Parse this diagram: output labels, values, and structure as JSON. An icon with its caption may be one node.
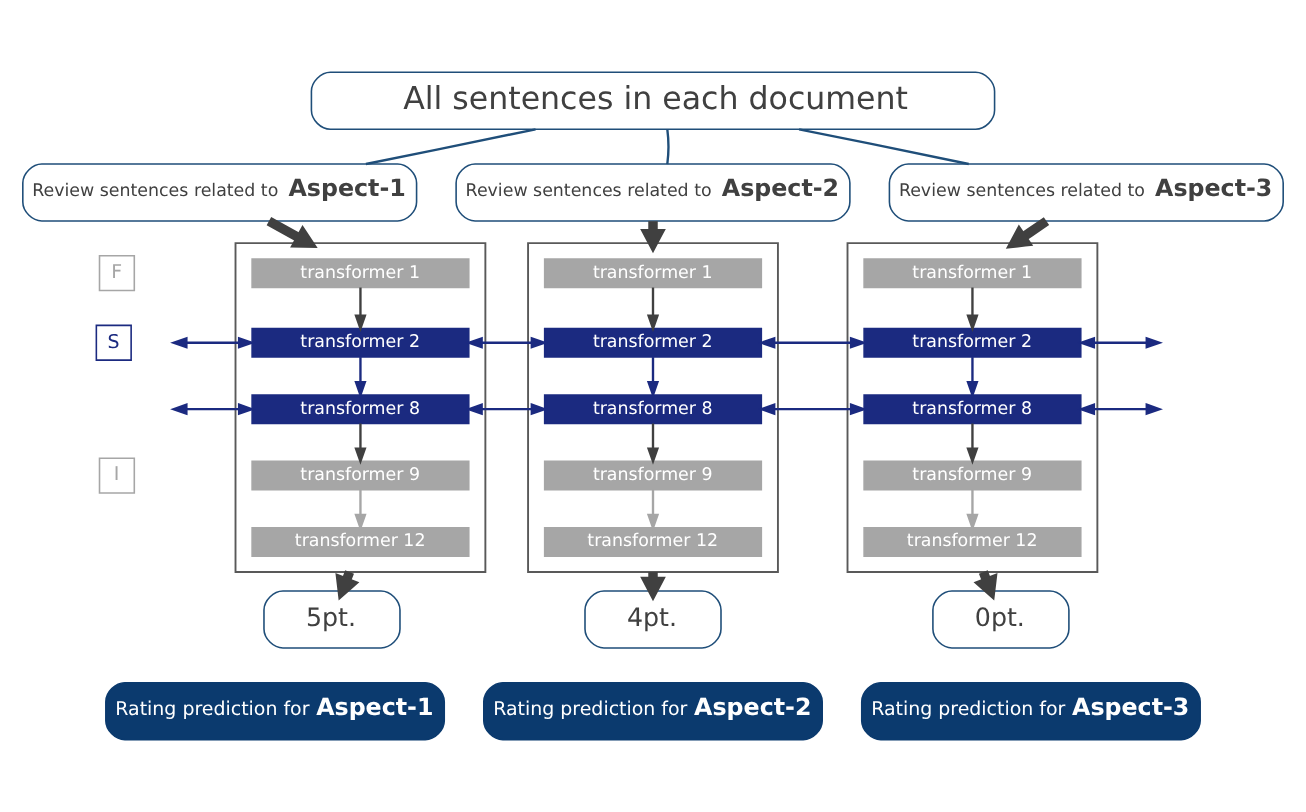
{
  "diagram": {
    "nodes": [
      {
        "text": [
          "All sentences in each document"
        ]
      },
      {
        "text": [
          "Review sentences related to **Aspect-1**"
        ]
      },
      {
        "text": [],
        "shape": "box"
      },
      {
        "text": [
          "transformer 1"
        ],
        "in": 2
      },
      {
        "text": [
          "transformer 2"
        ],
        "in": 2
      },
      {
        "text": [
          "transformer 8"
        ],
        "in": 2
      },
      {
        "text": [
          "transformer 9"
        ],
        "in": 2
      },
      {
        "text": [
          "transformer 12"
        ],
        "in": 2
      },
      {
        "text": [
          "5pt."
        ]
      },
      {
        "text": [
          "Rating prediction for **Aspect-1**"
        ]
      },
      {
        "text": [
          "Review sentences related to **Aspect-2**"
        ]
      },
      {
        "text": [],
        "shape": "box"
      },
      {
        "text": [
          "transformer 1"
        ],
        "in": 11
      },
      {
        "text": [
          "transformer 2"
        ],
        "in": 11
      },
      {
        "text": [
          "transformer 8"
        ],
        "in": 11
      },
      {
        "text": [
          "transformer 9"
        ],
        "in": 11
      },
      {
        "text": [
          "transformer 12"
        ],
        "in": 11
      },
      {
        "text": [
          "4pt."
        ]
      },
      {
        "text": [
          "Rating prediction for **Aspect-2**"
        ]
      },
      {
        "text": [
          "Review sentences related to **Aspect-3**"
        ]
      },
      {
        "text": [],
        "shape": "box"
      },
      {
        "text": [
          "transformer 1"
        ],
        "in": 20
      },
      {
        "text": [
          "transformer 2"
        ],
        "in": 20
      },
      {
        "text": [
          "transformer 8"
        ],
        "in": 20
      },
      {
        "text": [
          "transformer 9"
        ],
        "in": 20
      },
      {
        "text": [
          "transformer 12"
        ],
        "in": 20
      },
      {
        "text": [
          "0pt."
        ]
      },
      {
        "text": [
          "Rating prediction for **Aspect-3**"
        ]
      },
      {
        "text": [
          "F"
        ]
      },
      {
        "text": [
          "S"
        ]
      },
      {
        "text": [
          "I"
        ]
      }
    ],
    "edges": [
      {
        "from": 1,
        "to": 0,
        "arrow": "none",
        "color": "#1f4e79"
      },
      {
        "from": 1,
        "to": 2,
        "arrow": "to",
        "style": "thick"
      },
      {
        "from": 3,
        "to": 4,
        "arrow": "to"
      },
      {
        "from": 4,
        "to": 5,
        "arrow": "to",
        "color": "#1b2a80"
      },
      {
        "from": 5,
        "to": 6,
        "arrow": "to"
      },
      {
        "from": 6,
        "to": 7,
        "arrow": "to",
        "color": "#a6a6a6"
      },
      {
        "from": 2,
        "to": 8,
        "arrow": "to",
        "style": "thick"
      },
      {
        "from": 10,
        "to": 0,
        "arrow": "none",
        "color": "#1f4e79"
      },
      {
        "from": 10,
        "to": 11,
        "arrow": "to",
        "style": "thick"
      },
      {
        "from": 12,
        "to": 13,
        "arrow": "to"
      },
      {
        "from": 13,
        "to": 14,
        "arrow": "to",
        "color": "#1b2a80"
      },
      {
        "from": 14,
        "to": 15,
        "arrow": "to"
      },
      {
        "from": 15,
        "to": 16,
        "arrow": "to",
        "color": "#a6a6a6"
      },
      {
        "from": 11,
        "to": 17,
        "arrow": "to",
        "style": "thick"
      },
      {
        "from": 19,
        "to": 0,
        "arrow": "none",
        "color": "#1f4e79"
      },
      {
        "from": 19,
        "to": 20,
        "arrow": "to",
        "style": "thick"
      },
      {
        "from": 21,
        "to": 22,
        "arrow": "to"
      },
      {
        "from": 22,
        "to": 23,
        "arrow": "to",
        "color": "#1b2a80"
      },
      {
        "from": 23,
        "to": 24,
        "arrow": "to"
      },
      {
        "from": 24,
        "to": 25,
        "arrow": "to",
        "color": "#a6a6a6"
      },
      {
        "from": 20,
        "to": 26,
        "arrow": "to",
        "style": "thick"
      },
      {
        "from": null,
        "to": 4,
        "arrow": "both",
        "color": "#1b2a80"
      },
      {
        "from": 4,
        "to": 13,
        "arrow": "both",
        "color": "#1b2a80"
      },
      {
        "from": 13,
        "to": 22,
        "arrow": "both",
        "color": "#1b2a80"
      },
      {
        "from": 22,
        "to": null,
        "arrow": "both",
        "color": "#1b2a80"
      },
      {
        "from": null,
        "to": 5,
        "arrow": "both",
        "color": "#1b2a80"
      },
      {
        "from": 5,
        "to": 14,
        "arrow": "both",
        "color": "#1b2a80"
      },
      {
        "from": 14,
        "to": 23,
        "arrow": "both",
        "color": "#1b2a80"
      },
      {
        "from": 23,
        "to": null,
        "arrow": "both",
        "color": "#1b2a80"
      }
    ]
  }
}
